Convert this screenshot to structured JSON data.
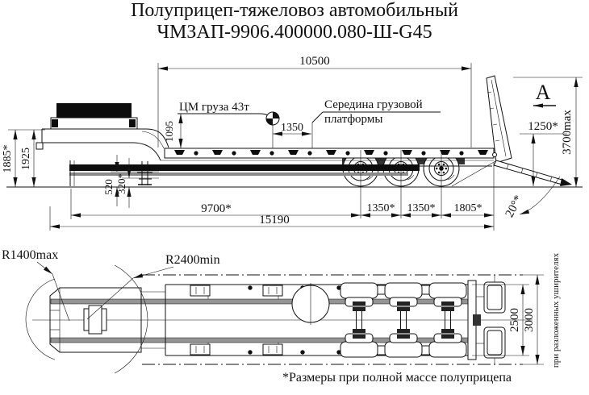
{
  "title": {
    "line1": "Полуприцеп-тяжеловоз автомобильный",
    "line2": "ЧМЗАП-9906.400000.080-Ш-G45"
  },
  "side": {
    "dim_overall_platform": "10500",
    "label_cm": "ЦМ груза 43т",
    "label_center1": "Середина грузовой",
    "label_center2": "платформы",
    "dim_cm_offset": "1350",
    "dim_cm_height": "1095",
    "dim_height_loaded": "1885*",
    "dim_height": "1925",
    "dim_clearance": "520",
    "dim_clearance_loaded": "320*",
    "dim_kingpin_axle": "9700*",
    "dim_overall_length": "15190",
    "dim_axle1": "1350*",
    "dim_axle2": "1350*",
    "dim_rear": "1805*",
    "dim_ramp_pivot": "1250*",
    "dim_ramp_top": "3700max",
    "dim_ramp_angle": "20°*",
    "view_marker": "A"
  },
  "plan": {
    "dim_r_front": "R1400max",
    "dim_r_swing": "R2400min",
    "dim_width": "2500",
    "dim_width_wide": "3000",
    "note_wideners": "при разложенных уширителях"
  },
  "footnote": "*Размеры при полной массе полуприцепа"
}
